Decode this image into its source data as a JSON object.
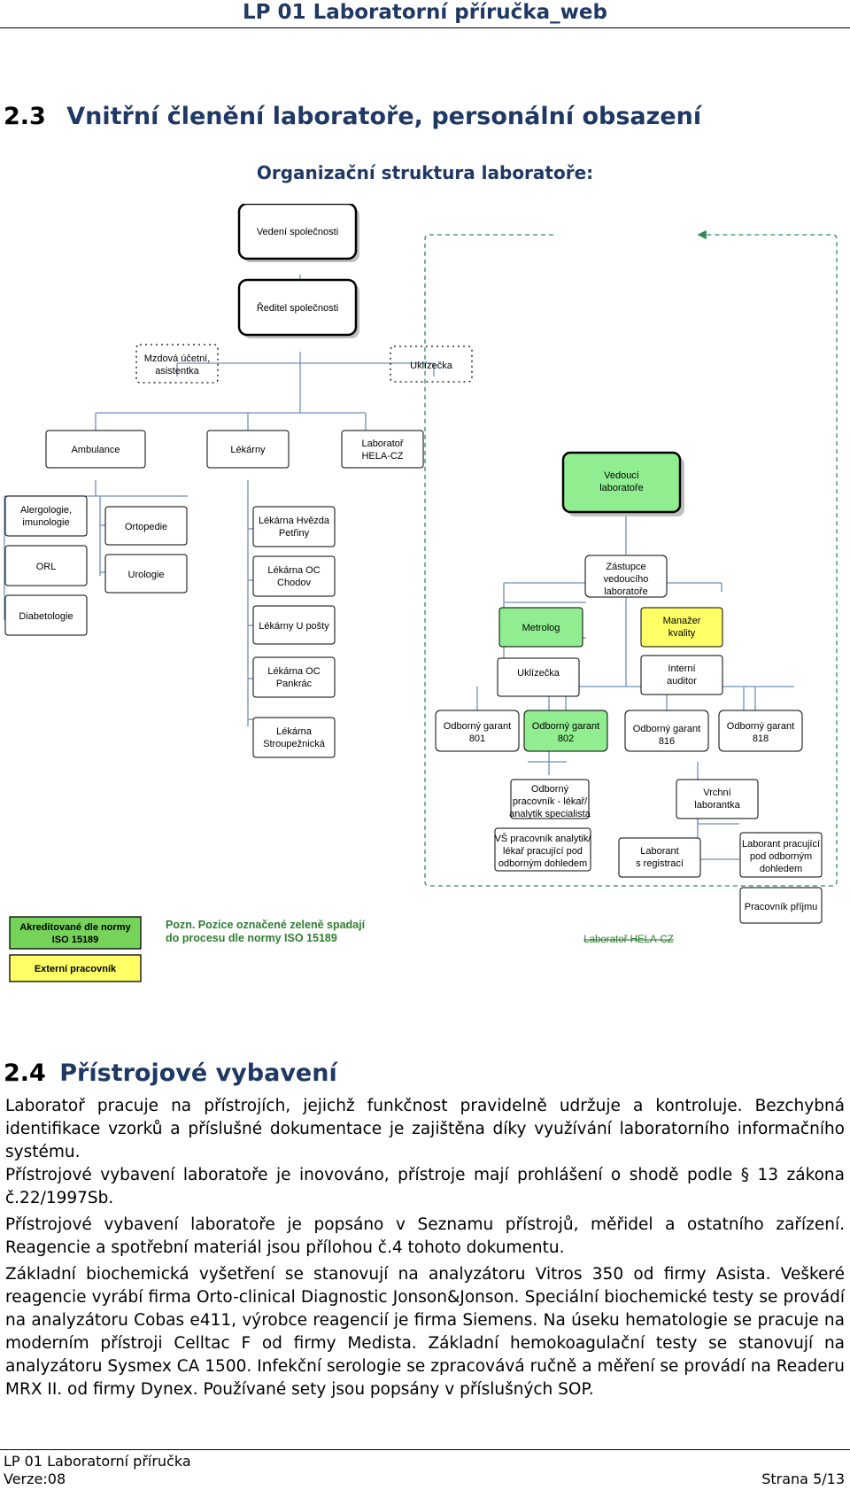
{
  "header": {
    "title": "LP 01 Laboratorní příručka_web"
  },
  "section23": {
    "num": "2.3",
    "title": "Vnitřní členění laboratoře, personální obsazení"
  },
  "subtitle": "Organizační struktura laboratoře:",
  "org": {
    "vedeni": "Vedení společnosti",
    "reditel": "Ředitel společnosti",
    "mzdova_1": "Mzdová účetní,",
    "mzdova_2": "asistentka",
    "uklizecka_top": "Uklízečka",
    "ambulance": "Ambulance",
    "lekarny": "Lékárny",
    "laborator_1": "Laboratoř",
    "laborator_2": "HELA-CZ",
    "alergologie_1": "Alergologie,",
    "alergologie_2": "imunologie",
    "orl": "ORL",
    "diabetologie": "Diabetologie",
    "ortopedie": "Ortopedie",
    "urologie": "Urologie",
    "hvezda_1": "Lékárna Hvězda",
    "hvezda_2": "Petřiny",
    "chodov_1": "Lékárna OC",
    "chodov_2": "Chodov",
    "uposty": "Lékárny U pošty",
    "pankrac_1": "Lékárna OC",
    "pankrac_2": "Pankrác",
    "stroupeznicka_1": "Lékárna",
    "stroupeznicka_2": "Stroupežnická",
    "vedouci_1": "Vedoucí",
    "vedouci_2": "laboratoře",
    "zastupce_1": "Zástupce",
    "zastupce_2": "vedoucího",
    "zastupce_3": "laboratoře",
    "metrolog": "Metrolog",
    "manazer_1": "Manažer",
    "manazer_2": "kvality",
    "uklizecka_lab": "Uklízečka",
    "interni_1": "Interní",
    "interni_2": "auditor",
    "garant801_1": "Odborný garant",
    "garant801_2": "801",
    "garant802_1": "Odborný garant",
    "garant802_2": "802",
    "garant816_1": "Odborný garant",
    "garant816_2": "816",
    "garant818_1": "Odborný garant",
    "garant818_2": "818",
    "odb_prac_1": "Odborný",
    "odb_prac_2": "pracovník - lékař/",
    "odb_prac_3": "analytik specialista",
    "vrchni_1": "Vrchní",
    "vrchni_2": "laborantka",
    "vs_1": "VŠ pracovník analytik/",
    "vs_2": "lékař pracující pod",
    "vs_3": "odborným dohledem",
    "laborant_reg_1": "Laborant",
    "laborant_reg_2": "s registrací",
    "laborant_doh_1": "Laborant pracující",
    "laborant_doh_2": "pod odborným",
    "laborant_doh_3": "dohledem",
    "prijem": "Pracovník příjmu",
    "legend_accred_1": "Akreditované dle normy",
    "legend_accred_2": "ISO 15189",
    "legend_external": "Externí pracovník",
    "note_1": "Pozn. Pozice označené zeleně spadají",
    "note_2": "do procesu dle normy ISO 15189",
    "lab_caption": "Laboratoř HELA-CZ"
  },
  "colors": {
    "green_fill": "#90ee90",
    "legend_fill": "#76d35a",
    "yellow_fill": "#ffff66",
    "line_blue": "#6f8fb5",
    "dashed_green": "#2e8b57",
    "heading_blue": "#1f3864"
  },
  "section24": {
    "num": "2.4",
    "title": "Přístrojové vybavení"
  },
  "paragraphs": {
    "p1": "Laboratoř pracuje na přístrojích, jejichž funkčnost pravidelně udržuje a kontroluje. Bezchybná identifikace vzorků a příslušné dokumentace je zajištěna díky využívání laboratorního informačního systému.",
    "p2": "Přístrojové vybavení laboratoře je inovováno, přístroje mají prohlášení o shodě podle § 13 zákona č.22/1997Sb.",
    "p3": "Přístrojové vybavení laboratoře je popsáno v Seznamu přístrojů, měřidel a ostatního zařízení. Reagencie a spotřební materiál jsou přílohou č.4 tohoto dokumentu.",
    "p4": "Základní biochemická vyšetření se stanovují na analyzátoru Vitros 350 od firmy Asista. Veškeré reagencie vyrábí firma Orto-clinical Diagnostic Jonson&Jonson. Speciální biochemické testy se provádí na analyzátoru Cobas e411, výrobce reagencií je firma Siemens. Na úseku hematologie se pracuje na moderním přístroji Celltac F od firmy Medista. Základní hemokoagulační testy se stanovují na analyzátoru Sysmex CA 1500. Infekční serologie se zpracovává ručně a měření se provádí na Readeru MRX II. od firmy Dynex. Používané sety jsou popsány v příslušných SOP."
  },
  "footer": {
    "doc": "LP 01 Laboratorní příručka",
    "version": "Verze:08",
    "page": "Strana 5/13"
  }
}
